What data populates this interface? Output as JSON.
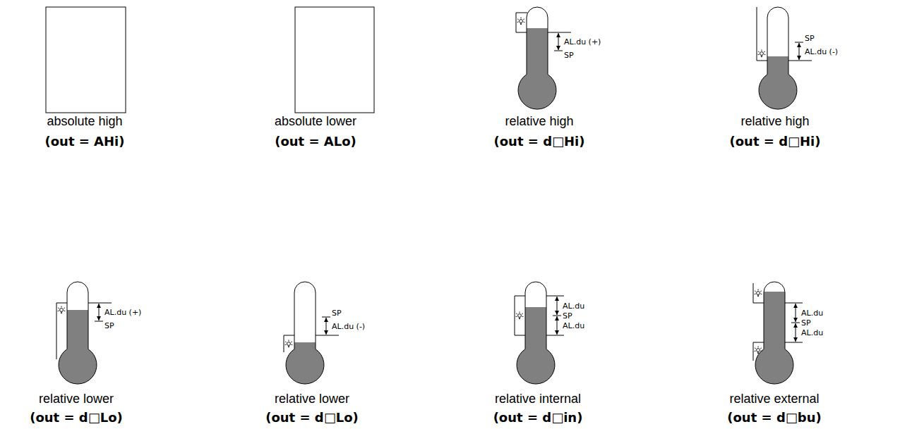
{
  "diagram": {
    "labels": [
      "absolute high",
      "(out = AHi)",
      "absolute lower",
      "(out = ALo)",
      "AL.du (+)",
      "SP",
      "relative high",
      "(out = d□Hi)",
      "SP",
      "AL.du (-)",
      "relative high",
      "(out = d□Hi)",
      "AL.du (+)",
      "SP",
      "relative lower",
      "(out = d□Lo)",
      "SP",
      "AL.du (-)",
      "relative lower",
      "(out = d□Lo)",
      "AL.du",
      "SP",
      "AL.du",
      "relative internal",
      "(out = d□in)",
      "AL.du",
      "SP",
      "AL.du",
      "relative external",
      "(out = d□bu)"
    ]
  }
}
